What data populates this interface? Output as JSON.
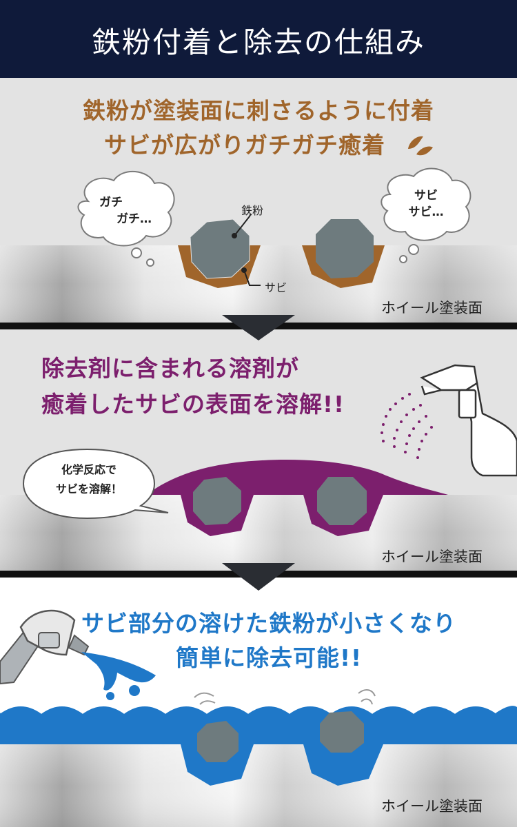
{
  "header": {
    "title": "鉄粉付着と除去の仕組み"
  },
  "panel1": {
    "heading_line1": "鉄粉が塗装面に刺さるように付着",
    "heading_line2": "サビが広がりガチガチ癒着",
    "drip_icon": "drops-icon",
    "bubble_left_line1": "ガチ",
    "bubble_left_line2": "ガチ…",
    "bubble_right_line1": "サビ",
    "bubble_right_line2": "サビ…",
    "label_iron": "鉄粉",
    "label_rust": "サビ",
    "surface_label": "ホイール塗装面"
  },
  "panel2": {
    "heading_line1": "除去剤に含まれる溶剤が",
    "heading_line2": "癒着したサビの表面を溶解!!",
    "bubble_line1": "化学反応で",
    "bubble_line2": "サビを溶解！",
    "surface_label": "ホイール塗装面",
    "spray_icon": "spray-bottle-icon"
  },
  "panel3": {
    "heading_line1": "サビ部分の溶けた鉄粉が小さくなり",
    "heading_line2": "簡単に除去可能!!",
    "surface_label": "ホイール塗装面",
    "hose_icon": "spray-nozzle-icon"
  },
  "colors": {
    "header_bg": "#0f1a3a",
    "rust": "#a0652b",
    "solvent": "#7c1f6d",
    "water": "#1f78c8",
    "iron": "#6e7b7e",
    "arrow": "#2a2d33"
  }
}
